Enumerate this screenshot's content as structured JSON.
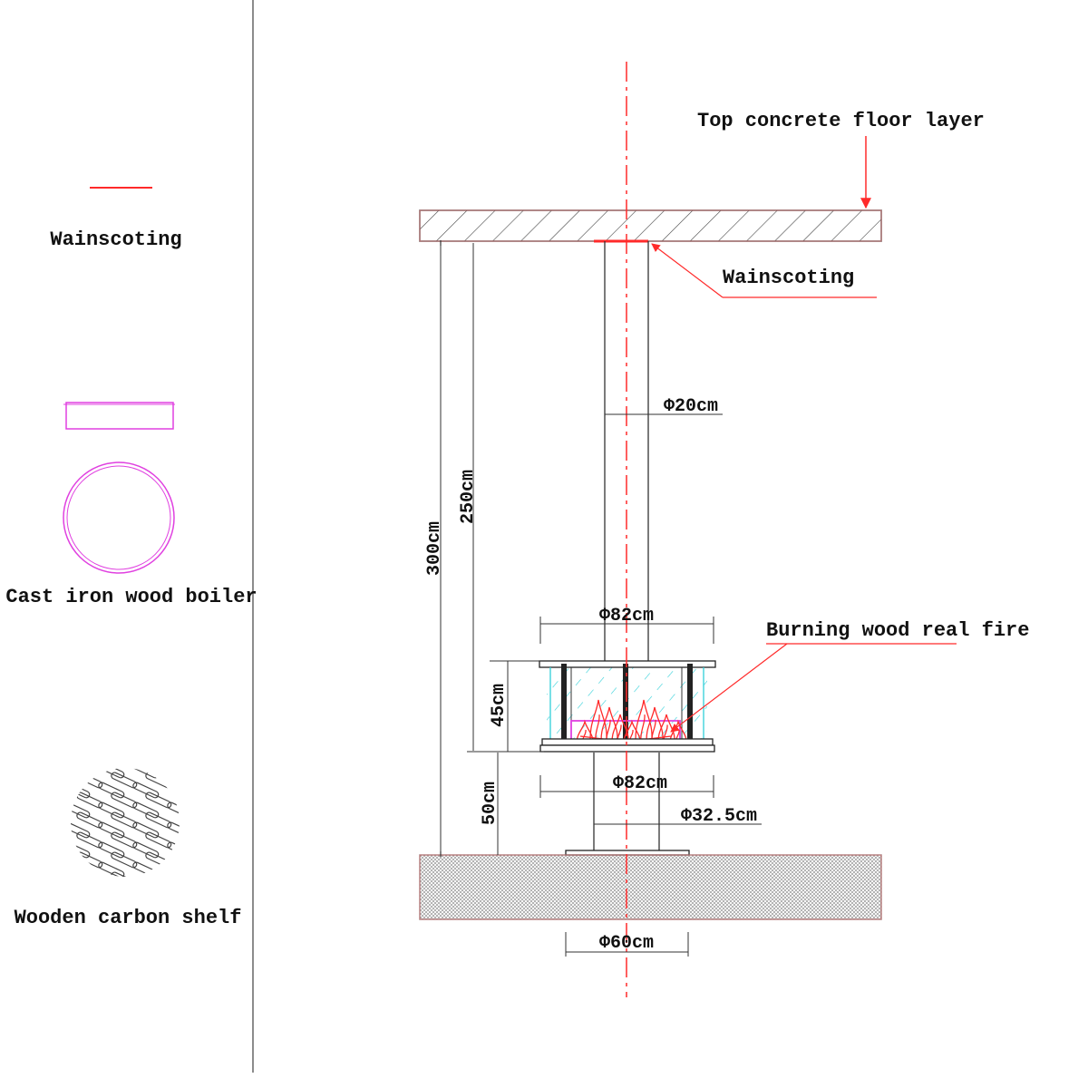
{
  "legend": {
    "wainscoting": "Wainscoting",
    "boiler": "Cast iron wood boiler",
    "shelf": "Wooden carbon shelf"
  },
  "callouts": {
    "ceiling": "Top concrete floor layer",
    "wainscoting": "Wainscoting",
    "fire": "Burning wood real fire"
  },
  "dimensions": {
    "flue_diameter": "Φ20cm",
    "height_total": "300cm",
    "height_to_top": "250cm",
    "top_diameter": "Φ82cm",
    "firebox_height": "45cm",
    "bottom_diameter": "Φ82cm",
    "pedestal_height": "50cm",
    "pedestal_diameter": "Φ32.5cm",
    "base_diameter": "Φ60cm"
  },
  "colors": {
    "red": "#ff2a2a",
    "magenta": "#e040e0",
    "cyan": "#30d0d8",
    "line": "#333333"
  }
}
